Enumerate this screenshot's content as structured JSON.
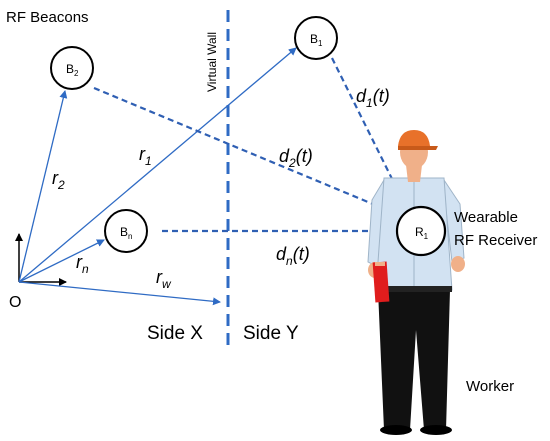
{
  "title": "RF Beacons",
  "wall_label": "Virtual Wall",
  "origin_label": "O",
  "beacons": {
    "b2": {
      "main": "B",
      "sub": "2"
    },
    "b1": {
      "main": "B",
      "sub": "1"
    },
    "bn": {
      "main": "B",
      "sub": "n"
    }
  },
  "receiver": {
    "main": "R",
    "sub": "1"
  },
  "receiver_caption": {
    "line1": "Wearable",
    "line2": "RF Receiver"
  },
  "vectors": {
    "r1": {
      "main": "r",
      "sub": "1"
    },
    "r2": {
      "main": "r",
      "sub": "2"
    },
    "rn": {
      "main": "r",
      "sub": "n"
    },
    "rw": {
      "main": "r",
      "sub": "w"
    }
  },
  "distances": {
    "d1": {
      "main": "d",
      "sub": "1",
      "tail": "(t)"
    },
    "d2": {
      "main": "d",
      "sub": "2",
      "tail": "(t)"
    },
    "dn": {
      "main": "d",
      "sub": "n",
      "tail": "(t)"
    }
  },
  "sides": {
    "x": "Side X",
    "y": "Side Y"
  },
  "worker_label": "Worker",
  "colors": {
    "arrow": "#2f6bc4",
    "dashed": "#2f5fb3",
    "wall": "#2f6bc4",
    "skin": "#f0b089",
    "shirt": "#d2e2f2",
    "pants": "#111111",
    "cap": "#e8712a",
    "clipboard": "#e01d1d"
  }
}
